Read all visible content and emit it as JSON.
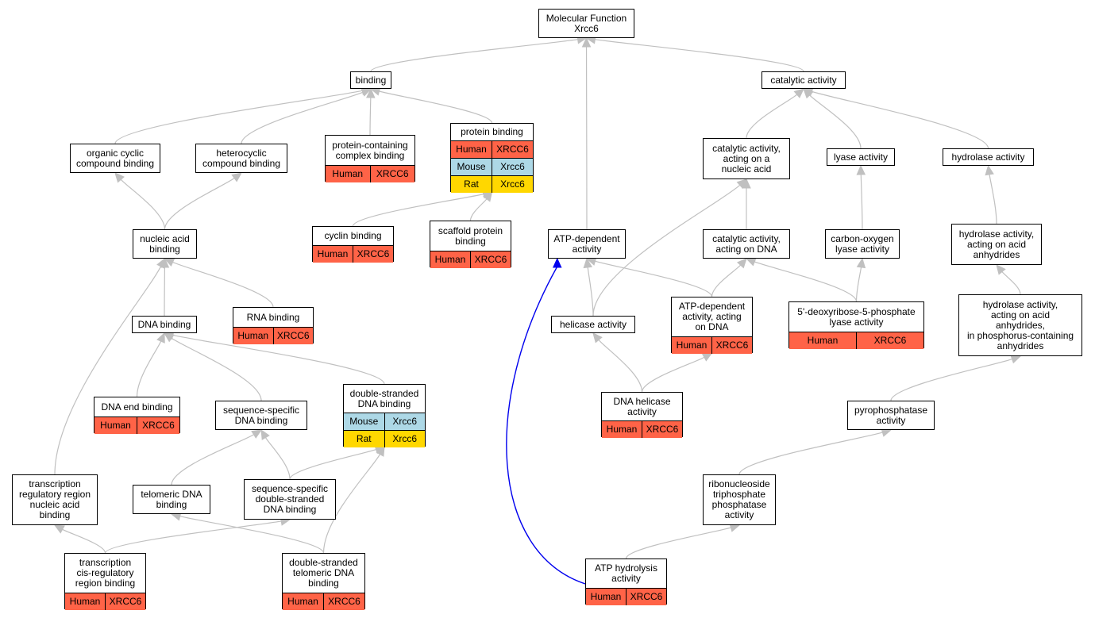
{
  "colors": {
    "edge": "#c0c0c0",
    "highlight_edge": "#0000ee",
    "human": "#ff6347",
    "mouse": "#add8e6",
    "rat": "#ffd700",
    "node_border": "#000000",
    "node_fill": "#ffffff"
  },
  "nodes": [
    {
      "id": "mf",
      "text": "Molecular Function\nXrcc6",
      "rows": []
    },
    {
      "id": "binding",
      "text": "binding",
      "rows": []
    },
    {
      "id": "catalytic",
      "text": "catalytic activity",
      "rows": []
    },
    {
      "id": "organic",
      "text": "organic cyclic\ncompound binding",
      "rows": []
    },
    {
      "id": "hetero",
      "text": "heterocyclic\ncompound binding",
      "rows": []
    },
    {
      "id": "complex",
      "text": "protein-containing\ncomplex binding",
      "rows": [
        [
          {
            "species": "Human",
            "gene": "XRCC6"
          }
        ]
      ]
    },
    {
      "id": "protein",
      "text": "protein binding",
      "rows": [
        [
          {
            "species": "Human",
            "gene": "XRCC6"
          }
        ],
        [
          {
            "species": "Mouse",
            "gene": "Xrcc6"
          }
        ],
        [
          {
            "species": "Rat",
            "gene": "Xrcc6"
          }
        ]
      ]
    },
    {
      "id": "cat_nucleic",
      "text": "catalytic activity,\nacting on a\nnucleic acid",
      "rows": []
    },
    {
      "id": "lyase",
      "text": "lyase activity",
      "rows": []
    },
    {
      "id": "hydrolase",
      "text": "hydrolase activity",
      "rows": []
    },
    {
      "id": "nucleic",
      "text": "nucleic acid\nbinding",
      "rows": []
    },
    {
      "id": "cyclin",
      "text": "cyclin binding",
      "rows": [
        [
          {
            "species": "Human",
            "gene": "XRCC6"
          }
        ]
      ]
    },
    {
      "id": "scaffold",
      "text": "scaffold protein\nbinding",
      "rows": [
        [
          {
            "species": "Human",
            "gene": "XRCC6"
          }
        ]
      ]
    },
    {
      "id": "atpdep",
      "text": "ATP-dependent\nactivity",
      "rows": []
    },
    {
      "id": "cat_dna",
      "text": "catalytic activity,\nacting on DNA",
      "rows": []
    },
    {
      "id": "co_lyase",
      "text": "carbon-oxygen\nlyase activity",
      "rows": []
    },
    {
      "id": "hyd_anh",
      "text": "hydrolase activity,\nacting on acid\nanhydrides",
      "rows": []
    },
    {
      "id": "rna",
      "text": "RNA binding",
      "rows": [
        [
          {
            "species": "Human",
            "gene": "XRCC6"
          }
        ]
      ]
    },
    {
      "id": "dnabind",
      "text": "DNA binding",
      "rows": []
    },
    {
      "id": "helicase",
      "text": "helicase activity",
      "rows": []
    },
    {
      "id": "atp_dna",
      "text": "ATP-dependent\nactivity, acting\non DNA",
      "rows": [
        [
          {
            "species": "Human",
            "gene": "XRCC6"
          }
        ]
      ]
    },
    {
      "id": "deoxy",
      "text": "5'-deoxyribose-5-phosphate\nlyase activity",
      "rows": [
        [
          {
            "species": "Human",
            "gene": "XRCC6"
          }
        ]
      ]
    },
    {
      "id": "hyd_phos",
      "text": "hydrolase activity,\nacting on acid\nanhydrides,\nin phosphorus-containing\nanhydrides",
      "rows": []
    },
    {
      "id": "dsdna",
      "text": "double-stranded\nDNA binding",
      "rows": [
        [
          {
            "species": "Mouse",
            "gene": "Xrcc6"
          }
        ],
        [
          {
            "species": "Rat",
            "gene": "Xrcc6"
          }
        ]
      ]
    },
    {
      "id": "dnaend",
      "text": "DNA end binding",
      "rows": [
        [
          {
            "species": "Human",
            "gene": "XRCC6"
          }
        ]
      ]
    },
    {
      "id": "seqspec",
      "text": "sequence-specific\nDNA binding",
      "rows": []
    },
    {
      "id": "dnahel",
      "text": "DNA helicase\nactivity",
      "rows": [
        [
          {
            "species": "Human",
            "gene": "XRCC6"
          }
        ]
      ]
    },
    {
      "id": "pyro",
      "text": "pyrophosphatase\nactivity",
      "rows": []
    },
    {
      "id": "trans_reg",
      "text": "transcription\nregulatory region\nnucleic acid\nbinding",
      "rows": []
    },
    {
      "id": "telomeric",
      "text": "telomeric DNA\nbinding",
      "rows": []
    },
    {
      "id": "seq_ds",
      "text": "sequence-specific\ndouble-stranded\nDNA binding",
      "rows": []
    },
    {
      "id": "ribo",
      "text": "ribonucleoside\ntriphosphate\nphosphatase\nactivity",
      "rows": []
    },
    {
      "id": "trans_cis",
      "text": "transcription\ncis-regulatory\nregion binding",
      "rows": [
        [
          {
            "species": "Human",
            "gene": "XRCC6"
          }
        ]
      ]
    },
    {
      "id": "ds_telo",
      "text": "double-stranded\ntelomeric DNA\nbinding",
      "rows": [
        [
          {
            "species": "Human",
            "gene": "XRCC6"
          }
        ]
      ]
    },
    {
      "id": "atphyd",
      "text": "ATP hydrolysis\nactivity",
      "rows": [
        [
          {
            "species": "Human",
            "gene": "XRCC6"
          }
        ]
      ]
    }
  ],
  "edges": [
    {
      "from": "binding",
      "to": "mf"
    },
    {
      "from": "atpdep",
      "to": "mf"
    },
    {
      "from": "catalytic",
      "to": "mf"
    },
    {
      "from": "organic",
      "to": "binding"
    },
    {
      "from": "hetero",
      "to": "binding"
    },
    {
      "from": "complex",
      "to": "binding"
    },
    {
      "from": "protein",
      "to": "binding"
    },
    {
      "from": "cat_nucleic",
      "to": "catalytic"
    },
    {
      "from": "lyase",
      "to": "catalytic"
    },
    {
      "from": "hydrolase",
      "to": "catalytic"
    },
    {
      "from": "nucleic",
      "to": "organic"
    },
    {
      "from": "nucleic",
      "to": "hetero"
    },
    {
      "from": "cyclin",
      "to": "protein"
    },
    {
      "from": "scaffold",
      "to": "protein"
    },
    {
      "from": "cat_dna",
      "to": "cat_nucleic"
    },
    {
      "from": "helicase",
      "to": "cat_nucleic"
    },
    {
      "from": "co_lyase",
      "to": "lyase"
    },
    {
      "from": "hyd_anh",
      "to": "hydrolase"
    },
    {
      "from": "dnabind",
      "to": "nucleic"
    },
    {
      "from": "rna",
      "to": "nucleic"
    },
    {
      "from": "trans_reg",
      "to": "nucleic"
    },
    {
      "from": "helicase",
      "to": "atpdep"
    },
    {
      "from": "atp_dna",
      "to": "atpdep"
    },
    {
      "from": "atp_dna",
      "to": "cat_dna"
    },
    {
      "from": "deoxy",
      "to": "cat_dna"
    },
    {
      "from": "deoxy",
      "to": "co_lyase"
    },
    {
      "from": "hyd_phos",
      "to": "hyd_anh"
    },
    {
      "from": "dnaend",
      "to": "dnabind"
    },
    {
      "from": "seqspec",
      "to": "dnabind"
    },
    {
      "from": "dsdna",
      "to": "dnabind"
    },
    {
      "from": "dnahel",
      "to": "helicase"
    },
    {
      "from": "dnahel",
      "to": "atp_dna"
    },
    {
      "from": "pyro",
      "to": "hyd_phos"
    },
    {
      "from": "telomeric",
      "to": "seqspec"
    },
    {
      "from": "seq_ds",
      "to": "seqspec"
    },
    {
      "from": "seq_ds",
      "to": "dsdna"
    },
    {
      "from": "trans_cis",
      "to": "trans_reg"
    },
    {
      "from": "trans_cis",
      "to": "seq_ds"
    },
    {
      "from": "ds_telo",
      "to": "telomeric"
    },
    {
      "from": "ds_telo",
      "to": "dsdna"
    },
    {
      "from": "ribo",
      "to": "pyro"
    },
    {
      "from": "atphyd",
      "to": "ribo"
    },
    {
      "from": "atphyd",
      "to": "atpdep",
      "highlight": true
    }
  ]
}
